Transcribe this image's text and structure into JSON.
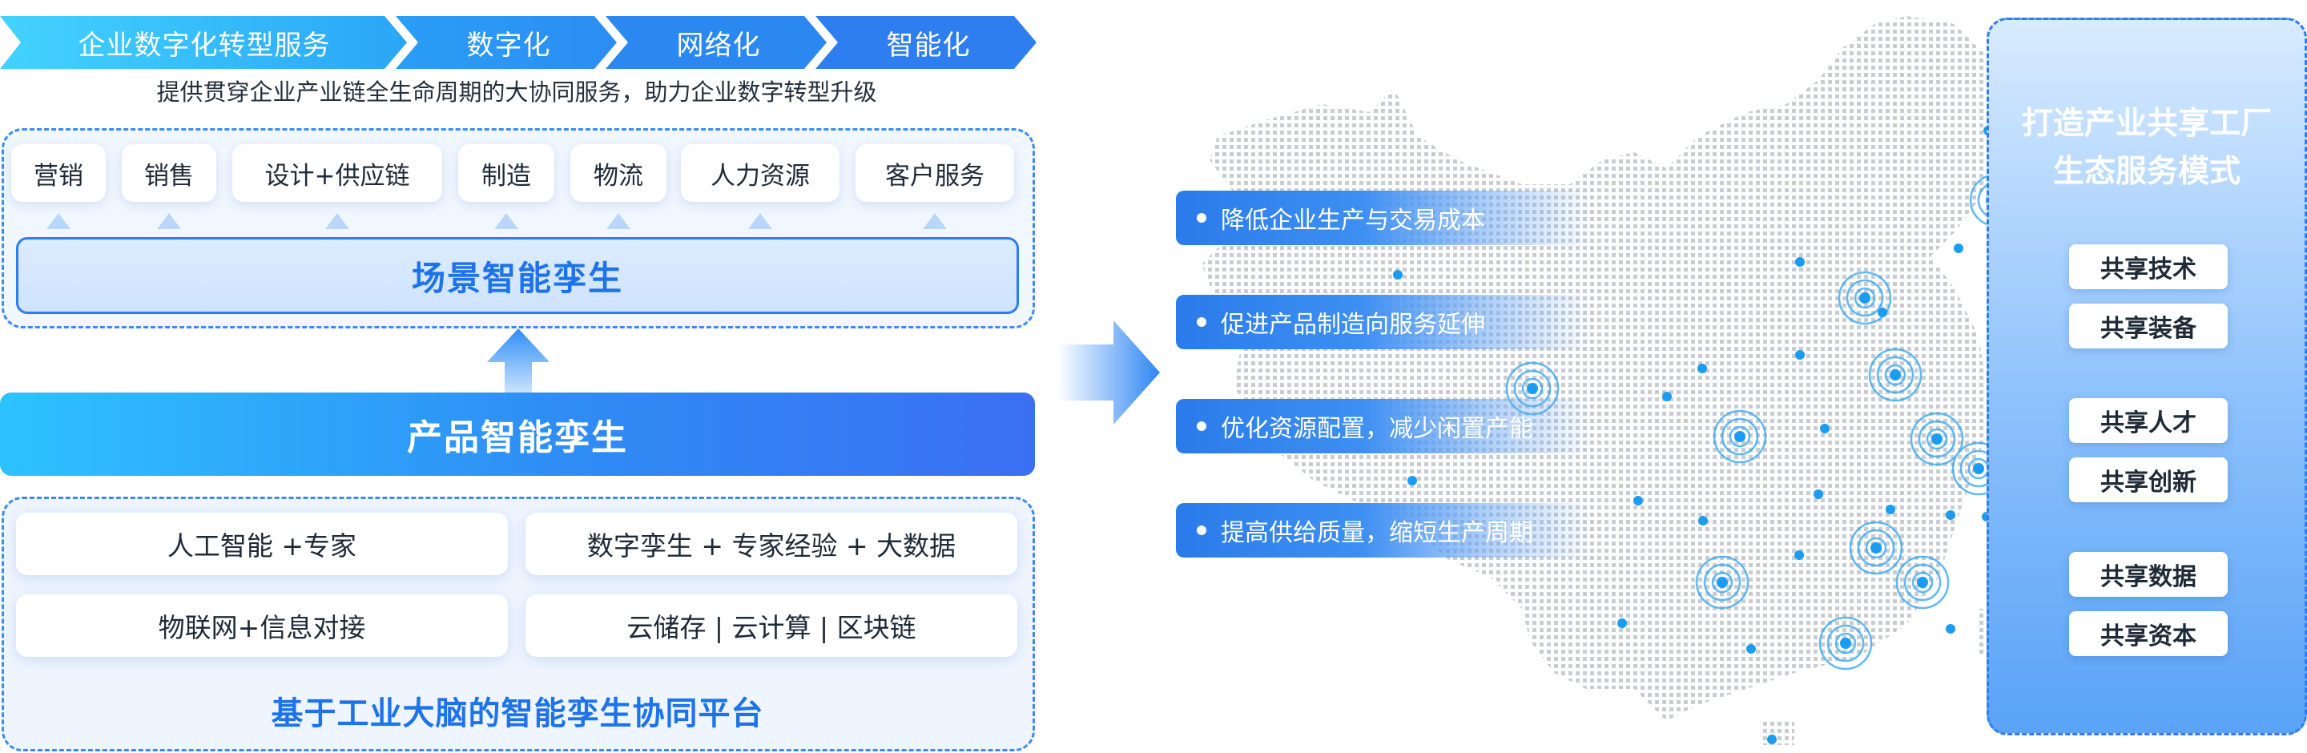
{
  "top_flow": {
    "items": [
      "企业数字化转型服务",
      "数字化",
      "网络化",
      "智能化"
    ],
    "subtitle": "提供贯穿企业产业链全生命周期的大协同服务，助力企业数字转型升级"
  },
  "scenarios": {
    "items": [
      "营销",
      "销售",
      "设计+供应链",
      "制造",
      "物流",
      "人力资源",
      "客户服务"
    ],
    "twin_label": "场景智能孪生"
  },
  "product_twin": "产品智能孪生",
  "platform": {
    "cards": [
      "人工智能 +专家",
      "数字孪生 + 专家经验 + 大数据",
      "物联网+信息对接",
      "云储存 | 云计算 | 区块链"
    ],
    "title": "基于工业大脑的智能孪生协同平台"
  },
  "benefits": [
    "降低企业生产与交易成本",
    "促进产品制造向服务延伸",
    "优化资源配置，减少闲置产能",
    "提高供给质量，缩短生产周期"
  ],
  "shared_factory": {
    "title_line1": "打造产业共享工厂",
    "title_line2": "生态服务模式",
    "items": [
      "共享技术",
      "共享装备",
      "共享人才",
      "共享创新",
      "共享数据",
      "共享资本"
    ]
  },
  "colors": {
    "accent": "#2f7cf0",
    "light_blue": "#dcecff",
    "cyan": "#2dc2ff"
  }
}
